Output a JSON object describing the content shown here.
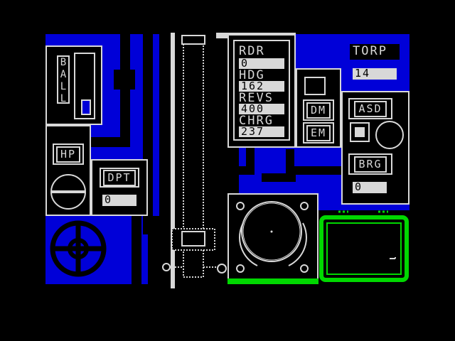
{
  "ballast": {
    "label": "BALL",
    "level": 0.15
  },
  "hp": {
    "label": "HP"
  },
  "depth": {
    "label": "DPT",
    "value": "0"
  },
  "instruments": {
    "radar_label": "RDR",
    "radar_value": "0",
    "heading_label": "HDG",
    "heading_value": "162",
    "revs_label": "REVS",
    "revs_value": "400",
    "charge_label": "CHRG",
    "charge_value": "237"
  },
  "motors": {
    "dm_label": "DM",
    "em_label": "EM"
  },
  "torpedo": {
    "label": "TORP",
    "value": "14"
  },
  "sonar": {
    "asd_label": "ASD",
    "brg_label": "BRG",
    "brg_value": "0"
  },
  "colors": {
    "panel_blue": "#0000d8",
    "line_white": "#d8d8d8",
    "scope_green": "#00d800",
    "background": "#000000"
  },
  "icons": [
    "ship-wheel-icon",
    "depth-gauge-icon",
    "periscope-icon",
    "compass-scope-icon",
    "sonar-screen-icon"
  ]
}
